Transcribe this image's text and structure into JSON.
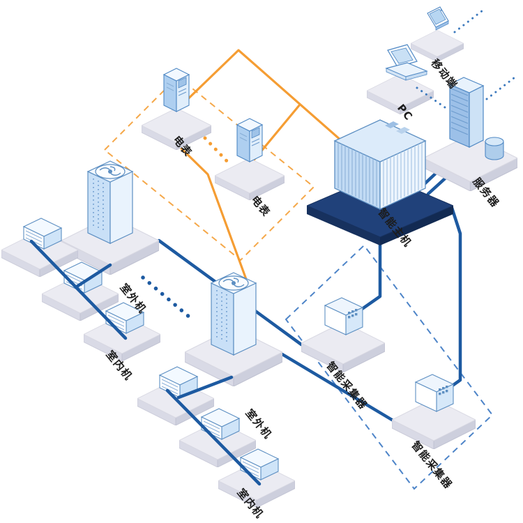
{
  "diagram": {
    "type": "isometric-system-diagram",
    "labels": {
      "meter1": "电表",
      "meter2": "电表",
      "host": "智能主机",
      "server": "服务器",
      "pc": "PC",
      "mobile": "移动端",
      "outdoor1": "室外机",
      "outdoor2": "室外机",
      "indoor1": "室内机",
      "indoor2": "室内机",
      "collector1": "智能采集器",
      "collector2": "智能采集器"
    },
    "colors": {
      "power_line": "#f59d33",
      "comm_line": "#1d5aa1",
      "power_zone_dash": "#f5a84a",
      "comm_zone_dash": "#4d84c8",
      "platform_top": "#ebebf2",
      "host_platform": "#20417a",
      "device_fill": "#cfe3f8",
      "device_stroke": "#5d8fc2",
      "label_text": "#1c1c1c"
    },
    "nodes": [
      {
        "id": "meter-1",
        "label": "电表"
      },
      {
        "id": "meter-2",
        "label": "电表"
      },
      {
        "id": "smart-host",
        "label": "智能主机"
      },
      {
        "id": "server",
        "label": "服务器"
      },
      {
        "id": "pc",
        "label": "PC"
      },
      {
        "id": "mobile",
        "label": "移动端"
      },
      {
        "id": "outdoor-unit-1",
        "label": "室外机"
      },
      {
        "id": "outdoor-unit-2",
        "label": "室外机"
      },
      {
        "id": "indoor-units-1",
        "label": "室内机"
      },
      {
        "id": "indoor-units-2",
        "label": "室内机"
      },
      {
        "id": "collector-1",
        "label": "智能采集器"
      },
      {
        "id": "collector-2",
        "label": "智能采集器"
      }
    ],
    "edges": [
      {
        "from": "meter-1",
        "to": "smart-host",
        "style": "solid-orange"
      },
      {
        "from": "meter-2",
        "to": "smart-host",
        "style": "solid-orange"
      },
      {
        "from": "meter-1",
        "to": "outdoor-unit-2",
        "style": "solid-orange"
      },
      {
        "from": "meter-1",
        "to": "meter-2",
        "style": "dotted-orange"
      },
      {
        "from": "outdoor-unit-1",
        "to": "indoor-units-1",
        "style": "solid-blue"
      },
      {
        "from": "outdoor-unit-2",
        "to": "indoor-units-2",
        "style": "solid-blue"
      },
      {
        "from": "outdoor-unit-1",
        "to": "outdoor-unit-2",
        "style": "dotted-blue"
      },
      {
        "from": "outdoor-unit-1",
        "to": "collector-1",
        "style": "solid-blue"
      },
      {
        "from": "outdoor-unit-2",
        "to": "collector-2",
        "style": "solid-blue"
      },
      {
        "from": "collector-1",
        "to": "smart-host",
        "style": "solid-blue"
      },
      {
        "from": "collector-2",
        "to": "smart-host",
        "style": "solid-blue"
      },
      {
        "from": "smart-host",
        "to": "server",
        "style": "solid-blue"
      },
      {
        "from": "pc",
        "to": "server",
        "style": "dotted-blue"
      },
      {
        "from": "mobile",
        "to": "network",
        "style": "dotted-blue"
      },
      {
        "from": "server",
        "to": "network",
        "style": "dotted-blue"
      }
    ]
  }
}
